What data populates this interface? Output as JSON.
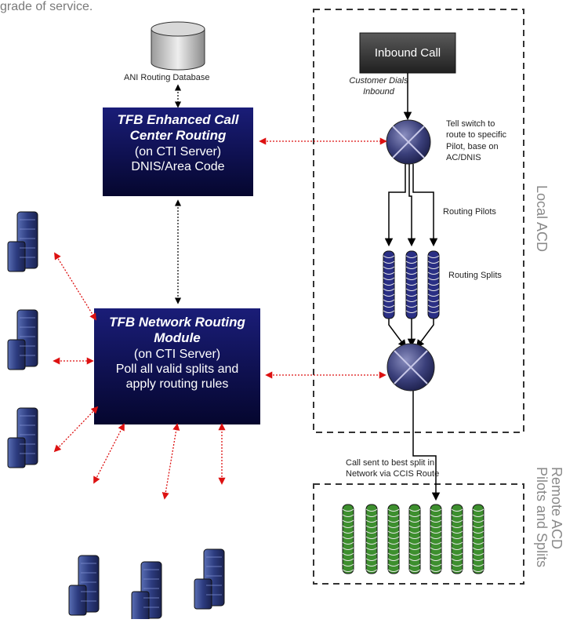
{
  "top_text": "grade of service.",
  "database_label": "ANI Routing Database",
  "enhanced_box": {
    "title_line1": "TFB Enhanced Call",
    "title_line2": "Center Routing",
    "sub_line1": "(on CTI Server)",
    "sub_line2": "DNIS/Area Code"
  },
  "network_box": {
    "title_line1": "TFB Network Routing",
    "title_line2": "Module",
    "sub_line1": "(on CTI Server)",
    "sub_line2": "Poll all valid splits and",
    "sub_line3": "apply routing rules"
  },
  "inbound_call": "Inbound Call",
  "customer_dials": {
    "line1": "Customer Dials",
    "line2": "Inbound"
  },
  "tell_switch": {
    "line1": "Tell switch to",
    "line2": "route to specific",
    "line3": "Pilot, base on",
    "line4": "AC/DNIS"
  },
  "routing_pilots": "Routing Pilots",
  "routing_splits": "Routing Splits",
  "local_acd": "Local ACD",
  "call_sent": {
    "line1": "Call sent to  best split in",
    "line2": "Network via CCIS Route"
  },
  "remote_acd": {
    "line1": "Remote ACD",
    "line2": "Pilots and Splits"
  },
  "colors": {
    "box_navy": "#0d0f55",
    "red_arrow": "#dd1111",
    "green_split": "#3d8f2e",
    "blue_split": "#2a2f84",
    "dark_label_box": "#3c3c3c"
  }
}
